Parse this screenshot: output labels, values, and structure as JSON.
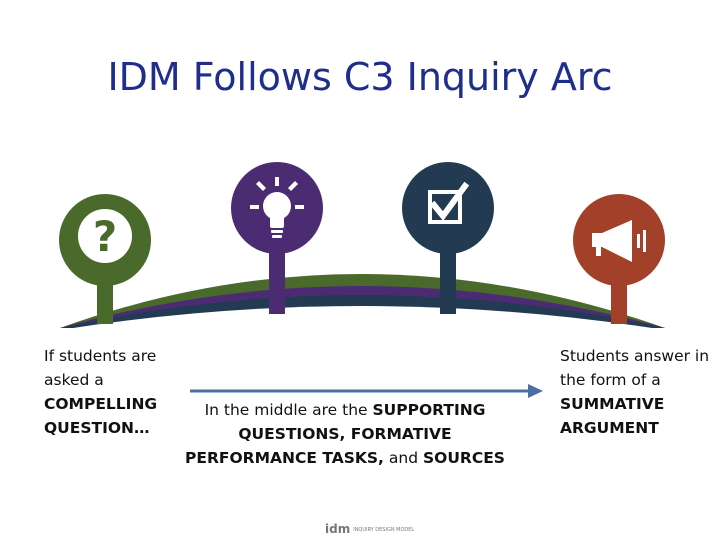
{
  "title": "IDM Follows C3 Inquiry Arc",
  "stages": [
    {
      "icon": "question-mark-icon",
      "color": "#4a6a2c",
      "glyph": "?"
    },
    {
      "icon": "lightbulb-icon",
      "color": "#4b2c73"
    },
    {
      "icon": "checkbox-icon",
      "color": "#223a52"
    },
    {
      "icon": "megaphone-icon",
      "color": "#a3402a"
    }
  ],
  "left_text": {
    "plain": "If students are asked a",
    "bold": "COMPELLING QUESTION…"
  },
  "middle_text": {
    "part1": "In the middle are the",
    "bold1": "SUPPORTING QUESTIONS, FORMATIVE PERFORMANCE TASKS,",
    "part2": "and",
    "bold2": "SOURCES"
  },
  "right_text": {
    "plain": "Students answer in the form of a",
    "bold": "SUMMATIVE ARGUMENT"
  },
  "logo": {
    "mark": "idm",
    "tagline": "INQUIRY DESIGN MODEL"
  },
  "arrow_color": "#4a6fa5"
}
